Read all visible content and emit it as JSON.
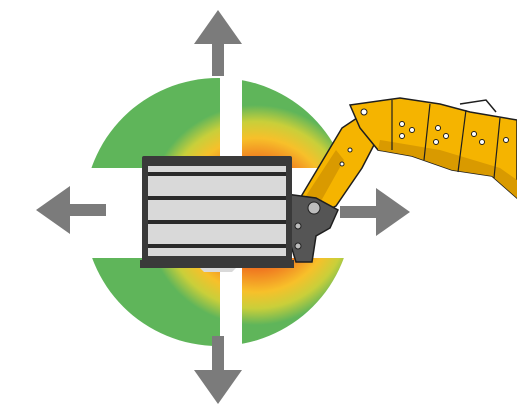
{
  "diagram": {
    "subject": "crane-loading-platform-weight-distribution",
    "gradient_colors": {
      "hot": "#e8241f",
      "mid_warm": "#f07a20",
      "mid": "#f7c02a",
      "cool_mid": "#c9cf3a",
      "cool": "#5fb55a"
    },
    "arrow_color": "#7b7b7b",
    "platform_colors": {
      "frame": "#3a3a3a",
      "panel": "#d9d9d9",
      "slat": "#2a2a2a"
    },
    "arm_colors": {
      "body": "#f5b400",
      "shade": "#d99a00",
      "outline": "#1e1e1e",
      "bracket": "#555555"
    },
    "directions": [
      "up",
      "down",
      "left",
      "right"
    ]
  }
}
